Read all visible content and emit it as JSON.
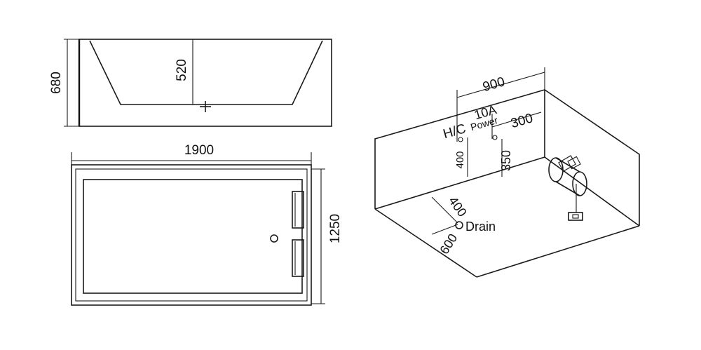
{
  "side_view": {
    "height_label": "680",
    "inner_depth_label": "520"
  },
  "top_view": {
    "length_label": "1900",
    "width_label": "1250"
  },
  "room_view": {
    "wall_width_label": "900",
    "hc_label": "H/C",
    "power_rating_label": "10A",
    "power_label": "Power",
    "power_offset_label": "300",
    "hc_height_label": "400",
    "power_height_label": "350",
    "drain_label": "Drain",
    "drain_offset_a_label": "400",
    "drain_offset_b_label": "600"
  }
}
